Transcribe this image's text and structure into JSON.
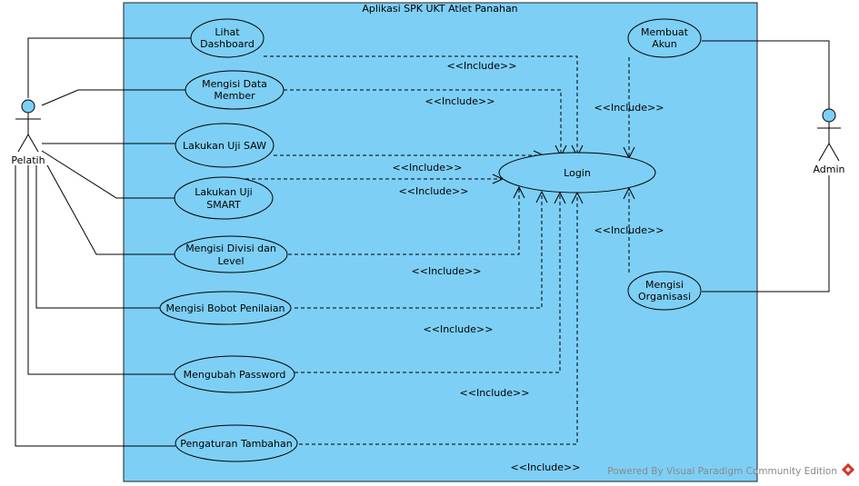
{
  "system_title": "Aplikasi SPK UKT Atlet Panahan",
  "actors": {
    "pelatih": "Pelatih",
    "admin": "Admin"
  },
  "use_cases": {
    "lihat_dashboard": [
      "Lihat",
      "Dashboard"
    ],
    "mengisi_data_member": [
      "Mengisi Data",
      "Member"
    ],
    "lakukan_uji_saw": [
      "Lakukan Uji SAW"
    ],
    "lakukan_uji_smart": [
      "Lakukan Uji",
      "SMART"
    ],
    "mengisi_divisi_level": [
      "Mengisi Divisi dan",
      "Level"
    ],
    "mengisi_bobot_penilaian": [
      "Mengisi Bobot Penilaian"
    ],
    "mengubah_password": [
      "Mengubah Password"
    ],
    "pengaturan_tambahan": [
      "Pengaturan Tambahan"
    ],
    "login": [
      "Login"
    ],
    "membuat_akun": [
      "Membuat",
      "Akun"
    ],
    "mengisi_organisasi": [
      "Mengisi",
      "Organisasi"
    ]
  },
  "include_label": "<<Include>>",
  "watermark": "Powered By Visual Paradigm Community Edition",
  "colors": {
    "boundary_fill": "#7dcff5",
    "use_case_fill": "#7dcff5",
    "watermark_text": "#8a8a8a",
    "logo_red": "#d9342b"
  }
}
